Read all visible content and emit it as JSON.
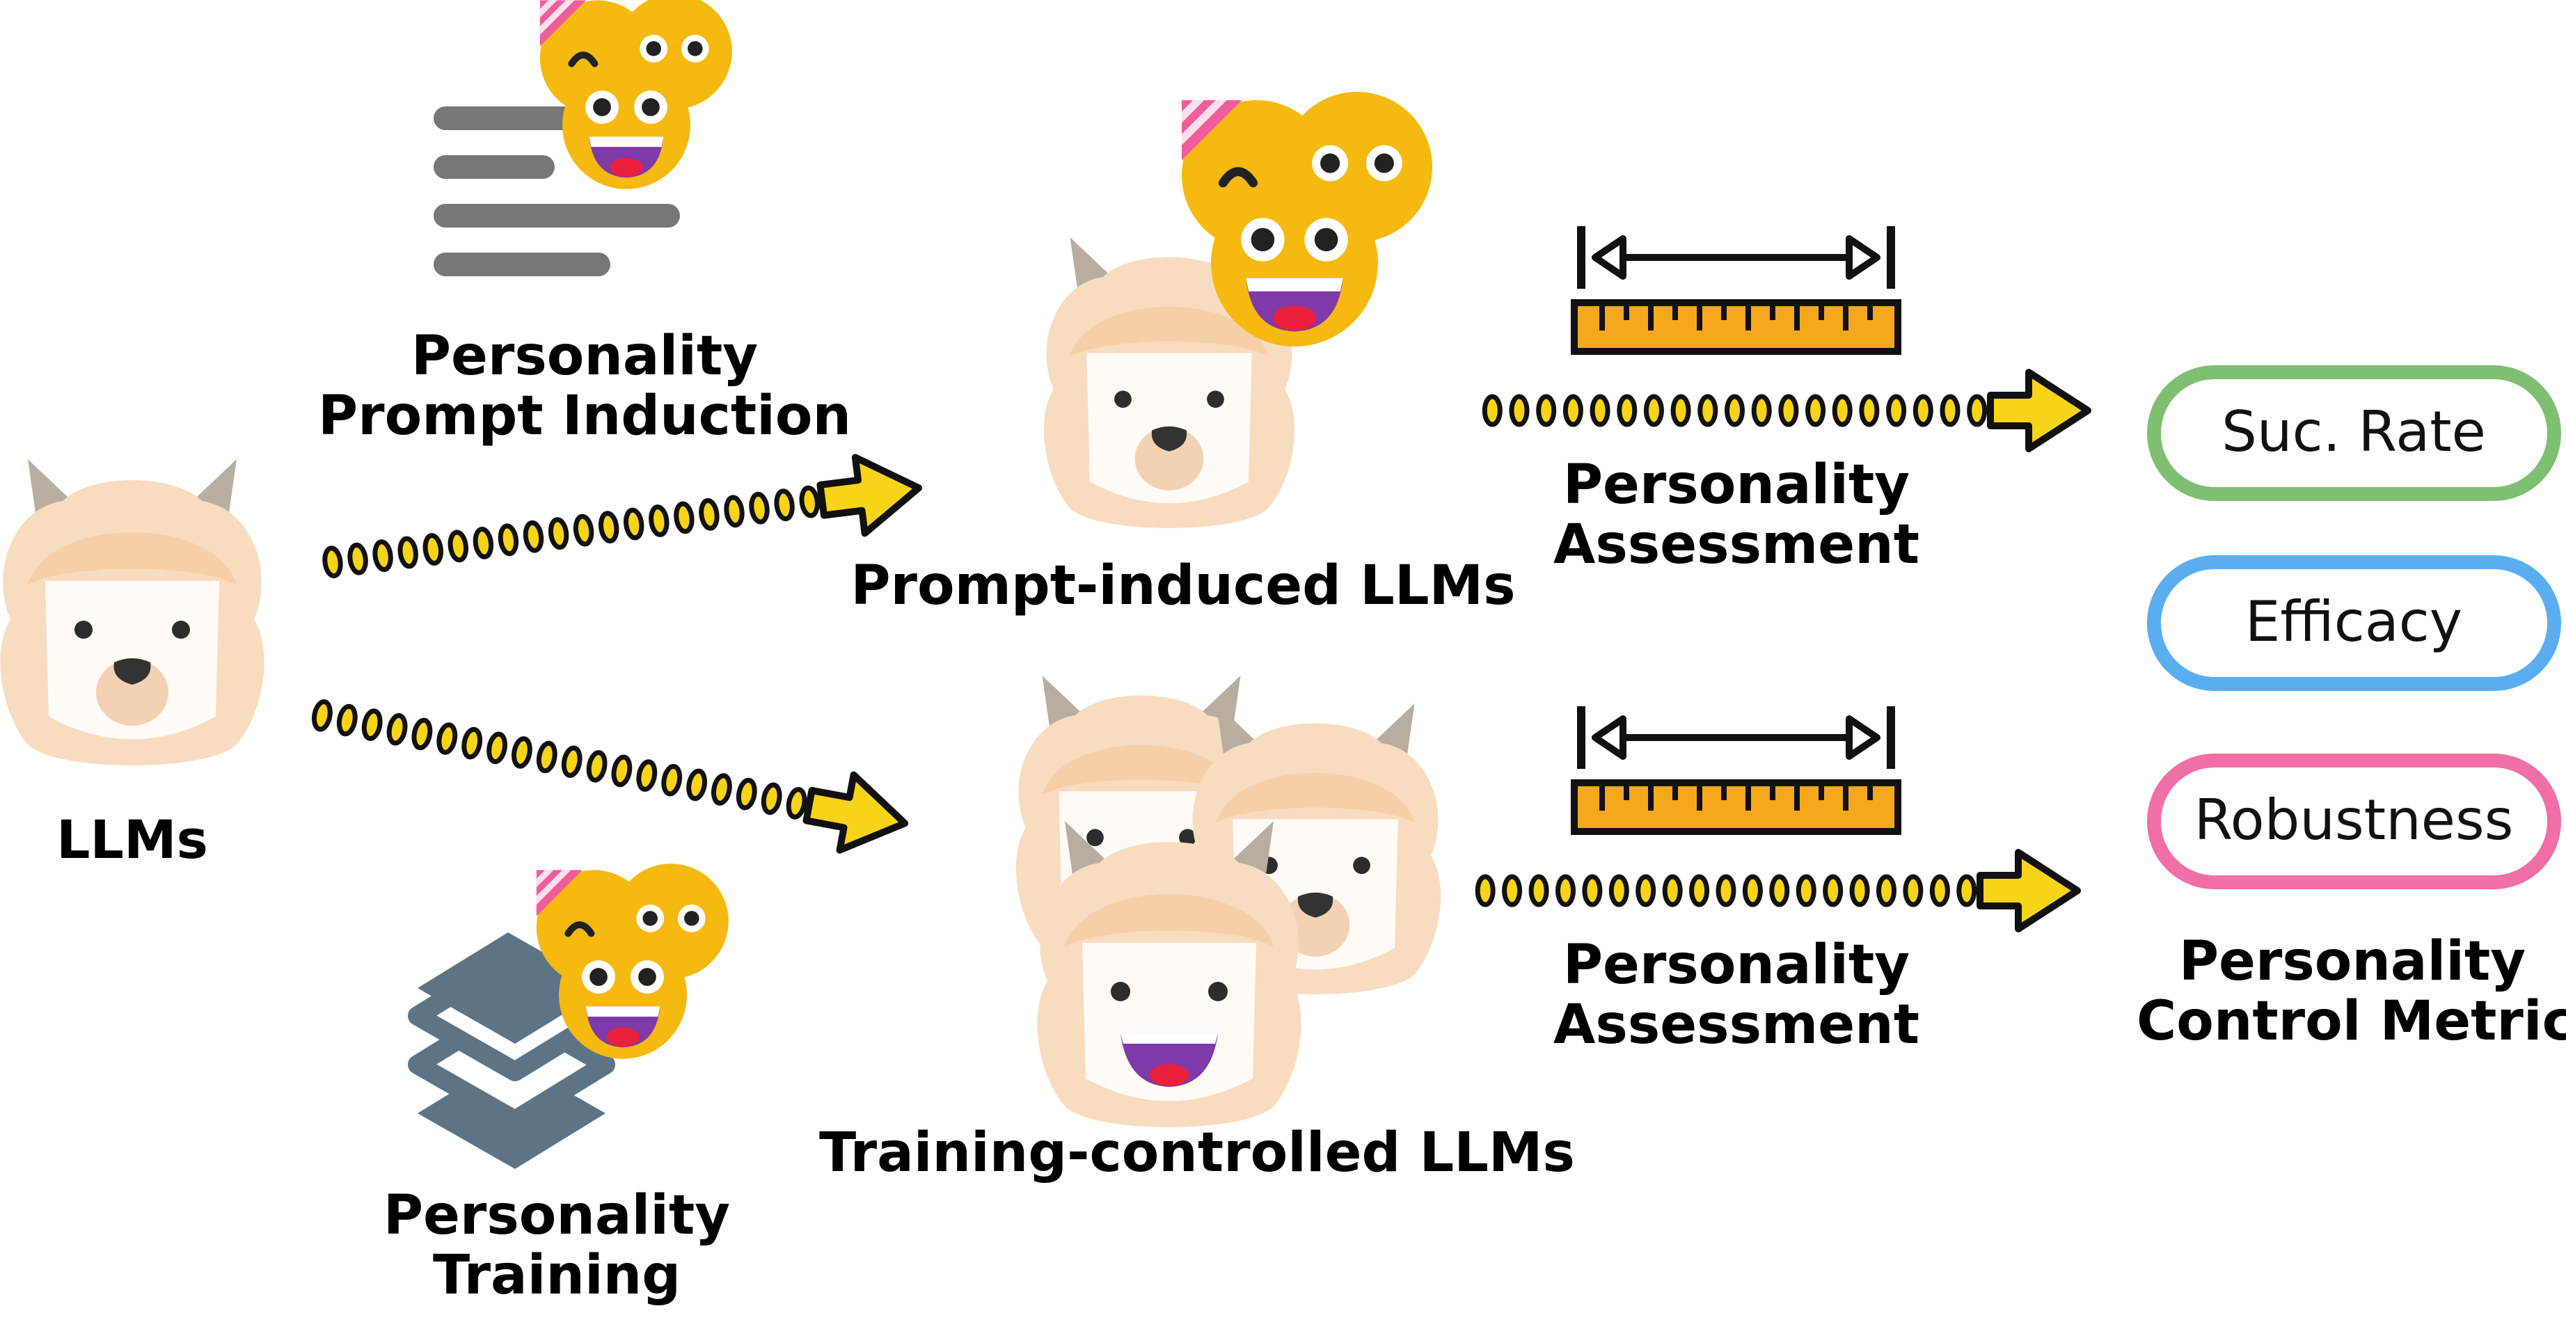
{
  "nodes": {
    "llms": "LLMs",
    "prompt_induction": [
      "Personality",
      "Prompt Induction"
    ],
    "personality_training": [
      "Personality",
      "Training"
    ],
    "prompt_induced": "Prompt-induced LLMs",
    "training_controlled": "Training-controlled LLMs",
    "assessment_top": [
      "Personality",
      "Assessment"
    ],
    "assessment_bottom": [
      "Personality",
      "Assessment"
    ],
    "metric_title": [
      "Personality",
      "Control Metric"
    ]
  },
  "metrics": [
    {
      "label": "Suc. Rate",
      "color": "#7fbf72"
    },
    {
      "label": "Efficacy",
      "color": "#5aaef0"
    },
    {
      "label": "Robustness",
      "color": "#ef6fa6"
    }
  ],
  "colors": {
    "arrow_fill": "#f7d417",
    "arrow_stroke": "#111111",
    "ruler_fill": "#f5a81c",
    "llama_fur": "#f8dcc0",
    "llama_ear": "#b8ad9f",
    "emoji_yellow": "#f5b90f",
    "doc_lines": "#777777",
    "stack_layers": "#5d7486"
  },
  "icons": [
    "llama-icon",
    "emoji-group-icon",
    "document-icon",
    "stacked-layers-icon",
    "ruler-icon",
    "dotted-arrow-icon"
  ]
}
